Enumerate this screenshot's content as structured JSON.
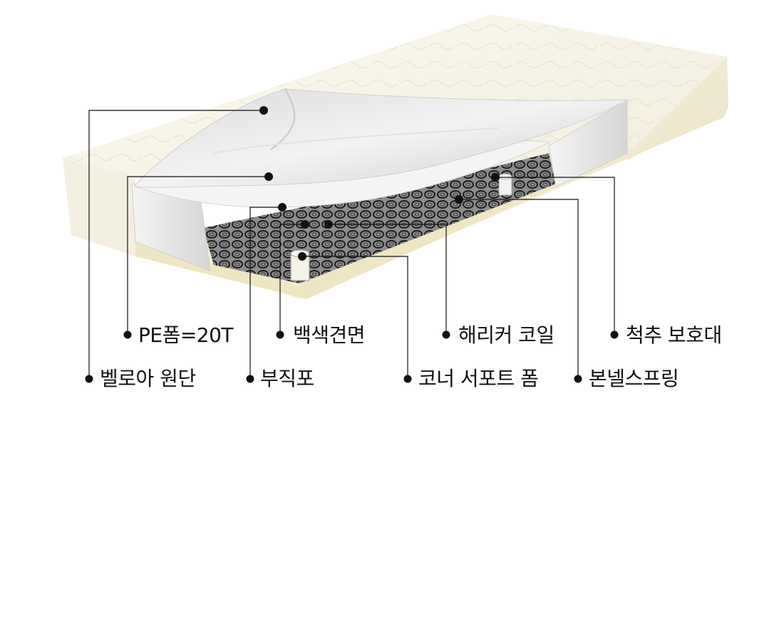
{
  "colors": {
    "mattress_top": "#f6f3e7",
    "mattress_side": "#ece3c0",
    "fabric_layer": "#e8e8e8",
    "coil_dark": "#2b2b2b",
    "leader_line": "#111111",
    "label_text": "#111111"
  },
  "callouts": [
    {
      "id": "bellora-fabric",
      "text": "벨로아 원단"
    },
    {
      "id": "pe-foam",
      "text": "PE폼=20T"
    },
    {
      "id": "nonwoven",
      "text": "부직포"
    },
    {
      "id": "white-felt",
      "text": "백색견면"
    },
    {
      "id": "corner-support-foam",
      "text": "코너 서포트 폼"
    },
    {
      "id": "hurricane-coil",
      "text": "해리커 코일"
    },
    {
      "id": "bonnell-spring",
      "text": "본넬스프링"
    },
    {
      "id": "spine-guard",
      "text": "척추 보호대"
    }
  ]
}
